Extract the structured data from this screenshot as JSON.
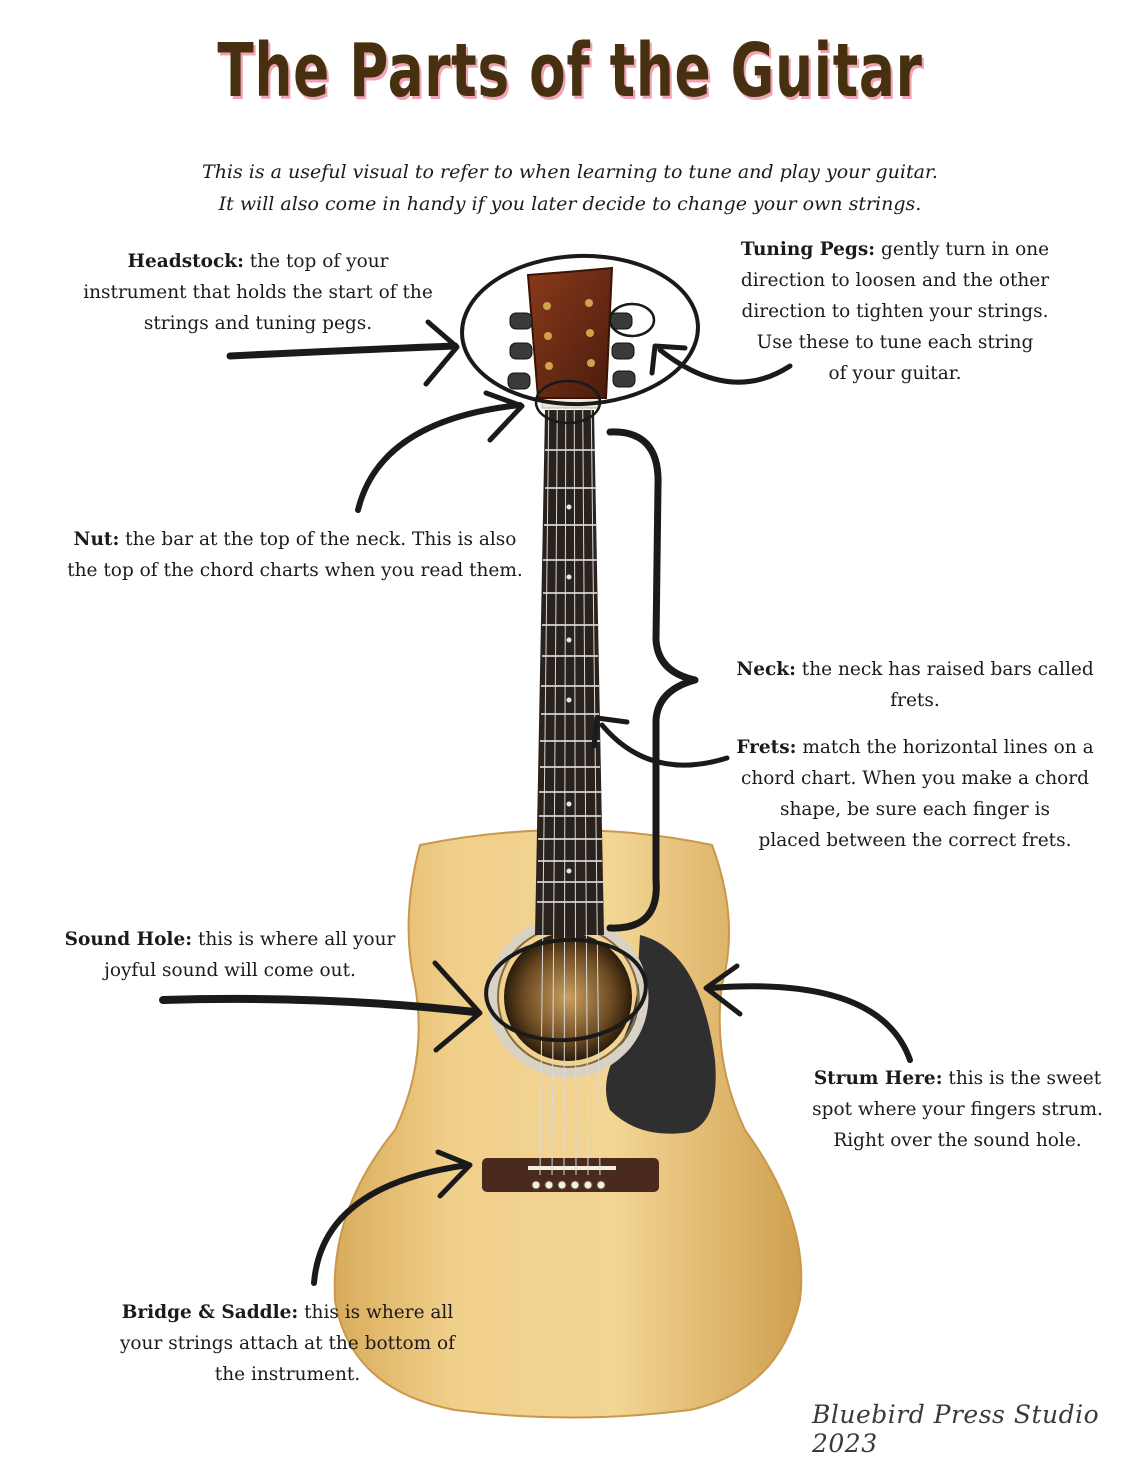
{
  "title": "The Parts of the Guitar",
  "subtitle_line1": "This is a useful visual to refer to when learning to tune and play your guitar.",
  "subtitle_line2": "It will also come in handy if you later decide to change your own strings.",
  "labels": {
    "headstock": {
      "term": "Headstock:",
      "line1_rest": " the top of your",
      "line2": "instrument that holds the start of the",
      "line3": "strings and tuning pegs."
    },
    "tuning_pegs": {
      "term": "Tuning Pegs:",
      "line1_rest": " gently turn in one",
      "line2": "direction to loosen and the other",
      "line3": "direction to tighten your strings.",
      "line4": "Use these to tune each string",
      "line5": "of your guitar."
    },
    "nut": {
      "term": "Nut:",
      "line1_rest": " the bar at the top of the neck. This is also",
      "line2": "the top of the chord charts when you read them."
    },
    "neck": {
      "term": "Neck:",
      "line1_rest": " the neck has raised bars called frets."
    },
    "frets": {
      "term": "Frets:",
      "line1_rest": " match the horizontal lines on a",
      "line2": "chord chart. When you make a chord",
      "line3": "shape, be sure each finger is",
      "line4": "placed between the correct frets."
    },
    "sound_hole": {
      "term": "Sound Hole:",
      "line1_rest": " this is where all your",
      "line2": "joyful sound will come out."
    },
    "strum_here": {
      "term": "Strum Here:",
      "line1_rest": " this is the sweet",
      "line2": "spot where your fingers strum.",
      "line3": "Right over the sound hole."
    },
    "bridge_saddle": {
      "term": "Bridge & Saddle:",
      "line1_rest": " this is where all",
      "line2": "your strings attach at the bottom of",
      "line3": "the instrument."
    }
  },
  "footer": "Bluebird Press Studio 2023",
  "colors": {
    "title": "#46300f",
    "title_shadow": "#f1a3b4",
    "wood": "#e6c37a",
    "fretboard": "#2a221d",
    "pickguard": "#2f2f2f",
    "ink": "#1a1a1a"
  }
}
